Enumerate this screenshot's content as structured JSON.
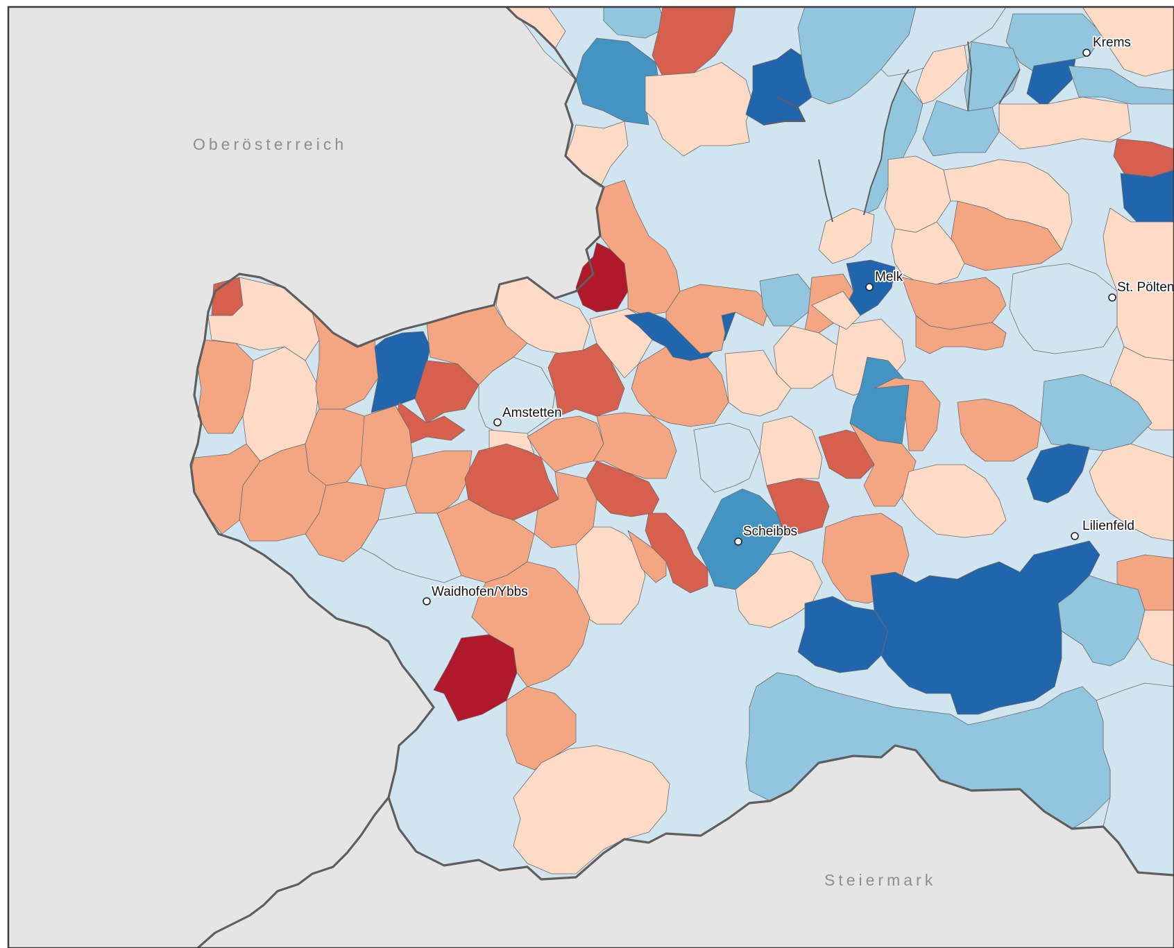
{
  "map": {
    "regions": [
      {
        "id": "oberoesterreich",
        "label": "Oberösterreich"
      },
      {
        "id": "steiermark",
        "label": "Steiermark"
      }
    ],
    "cities": [
      {
        "id": "krems",
        "label": "Krems"
      },
      {
        "id": "melk",
        "label": "Melk"
      },
      {
        "id": "st-poelten",
        "label": "St. Pölten"
      },
      {
        "id": "amstetten",
        "label": "Amstetten"
      },
      {
        "id": "scheibbs",
        "label": "Scheibbs"
      },
      {
        "id": "lilienfeld",
        "label": "Lilienfeld"
      },
      {
        "id": "waidhofen",
        "label": "Waidhofen/Ybbs"
      }
    ],
    "palette": {
      "background": "#e5e5e5",
      "dark_red": "#b2182b",
      "red": "#d6604d",
      "orange": "#f4a582",
      "peach": "#fddbc7",
      "pale_blue": "#d1e5f0",
      "light_blue": "#92c5de",
      "mid_blue": "#4393c3",
      "dark_blue": "#2166ac"
    }
  }
}
